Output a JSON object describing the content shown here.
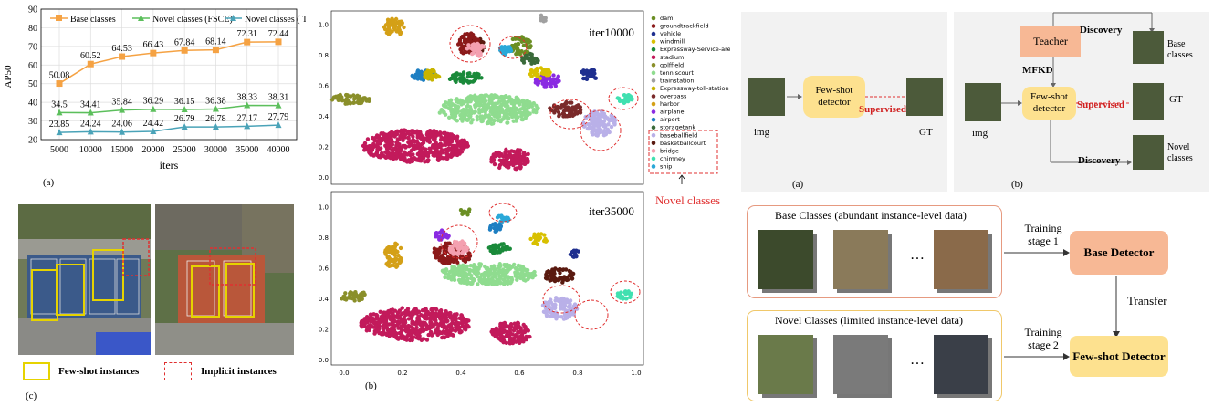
{
  "chart_data": {
    "type": "line",
    "x": [
      5000,
      10000,
      15000,
      20000,
      25000,
      30000,
      35000,
      40000
    ],
    "xlabel": "iters",
    "ylabel": "AP50",
    "ylim": [
      20,
      90
    ],
    "yticks": [
      20,
      30,
      40,
      50,
      60,
      70,
      80,
      90
    ],
    "grid": true,
    "legend": "top",
    "series": [
      {
        "name": "Base classes",
        "color": "#f5a243",
        "marker": "square",
        "values": [
          50.08,
          60.52,
          64.53,
          66.43,
          67.84,
          68.14,
          72.31,
          72.44
        ]
      },
      {
        "name": "Novel classes (FSCE)",
        "color": "#5cbf5c",
        "marker": "triangle",
        "values": [
          34.5,
          34.41,
          35.84,
          36.29,
          36.15,
          36.38,
          38.33,
          38.31
        ]
      },
      {
        "name": "Novel classes ( TFA)",
        "color": "#4aa3b8",
        "marker": "triangle",
        "values": [
          23.85,
          24.24,
          24.06,
          24.42,
          26.79,
          26.78,
          27.17,
          27.79
        ]
      }
    ]
  },
  "panel_labels": {
    "a_chart": "(a)",
    "b_tsne": "(b)",
    "c_photos": "(c)",
    "a_diagram": "(a)",
    "b_diagram": "(b)"
  },
  "tsne": {
    "top_title": "iter10000",
    "bottom_title": "iter35000",
    "yticks": [
      "0.0",
      "0.2",
      "0.4",
      "0.6",
      "0.8",
      "1.0"
    ],
    "xticks": [
      "0.0",
      "0.2",
      "0.4",
      "0.6",
      "0.8",
      "1.0"
    ],
    "novel_caption": "Novel classes",
    "legend": [
      {
        "label": "dam",
        "color": "#6b8e23"
      },
      {
        "label": "groundtrackfield",
        "color": "#8b1a1a"
      },
      {
        "label": "vehicle",
        "color": "#1f2f8f"
      },
      {
        "label": "windmill",
        "color": "#d8c000"
      },
      {
        "label": "Expressway-Service-area",
        "color": "#1a8a3a"
      },
      {
        "label": "stadium",
        "color": "#c21a5b"
      },
      {
        "label": "golffield",
        "color": "#8a8f2a"
      },
      {
        "label": "tenniscourt",
        "color": "#8fdc8f"
      },
      {
        "label": "trainstation",
        "color": "#a0a0a0"
      },
      {
        "label": "Expressway-toll-station",
        "color": "#c8b400"
      },
      {
        "label": "overpass",
        "color": "#7a2a2a"
      },
      {
        "label": "harbor",
        "color": "#d4a017"
      },
      {
        "label": "airplane",
        "color": "#8a2be2"
      },
      {
        "label": "airport",
        "color": "#1e7fc2"
      },
      {
        "label": "storagetank",
        "color": "#3a6a3a"
      },
      {
        "label": "baseballfield",
        "color": "#b9b0e8"
      },
      {
        "label": "basketballcourt",
        "color": "#5a1a10"
      },
      {
        "label": "bridge",
        "color": "#f4a0b0"
      },
      {
        "label": "chimney",
        "color": "#40e0b0"
      },
      {
        "label": "ship",
        "color": "#2aa8d8"
      }
    ]
  },
  "photos": {
    "legend_fewshot": "Few-shot instances",
    "legend_implicit": "Implicit instances"
  },
  "diagram_a": {
    "img_label": "img",
    "detector": "Few-shot detector",
    "supervised": "Supervised",
    "gt": "GT"
  },
  "diagram_b": {
    "teacher": "Teacher",
    "discovery_top": "Discovery",
    "discovery_bottom": "Discovery",
    "mfkd": "MFKD",
    "detector": "Few-shot detector",
    "supervised": "Supervised",
    "img_label": "img",
    "base_classes": "Base classes",
    "gt": "GT",
    "novel_classes": "Novel classes"
  },
  "pipeline": {
    "base_title": "Base Classes (abundant instance-level data)",
    "novel_title": "Novel Classes (limited instance-level data)",
    "ellipsis": "…",
    "stage1": "Training stage 1",
    "stage2": "Training stage 2",
    "base_detector": "Base Detector",
    "transfer": "Transfer",
    "fewshot_detector": "Few-shot Detector"
  }
}
